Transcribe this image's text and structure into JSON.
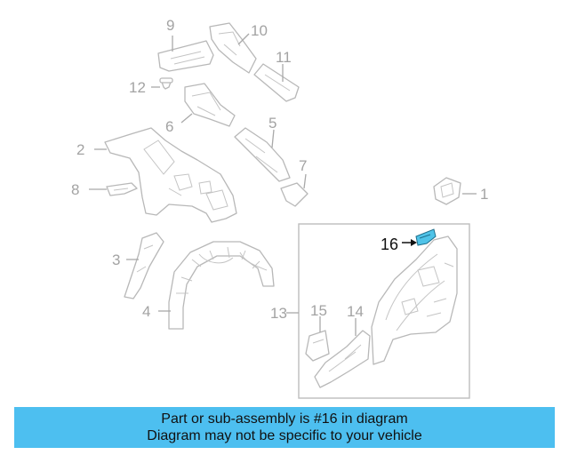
{
  "callouts": {
    "c1": "1",
    "c2": "2",
    "c3": "3",
    "c4": "4",
    "c5": "5",
    "c6": "6",
    "c7": "7",
    "c8": "8",
    "c9": "9",
    "c10": "10",
    "c11": "11",
    "c12": "12",
    "c13": "13",
    "c14": "14",
    "c15": "15",
    "c16": "16"
  },
  "highlighted_part": "16",
  "colors": {
    "banner": "#4dbff0",
    "highlight": "#4fc3e8",
    "line_art": "#b8b8b8"
  },
  "banner": {
    "line1": "Part or sub-assembly is #16 in diagram",
    "line2": "Diagram may not be specific to your vehicle"
  }
}
